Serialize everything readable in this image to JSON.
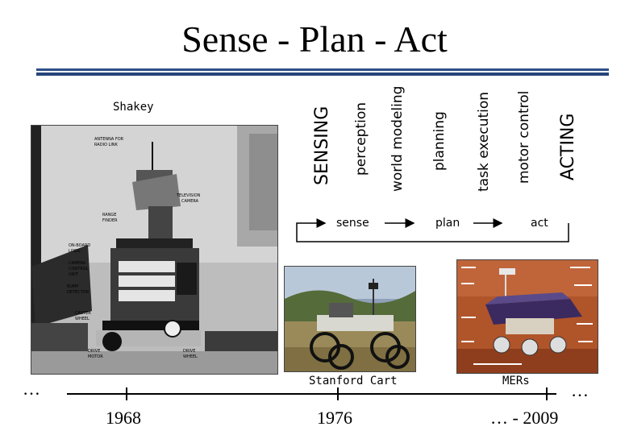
{
  "title": "Sense - Plan - Act",
  "robots": {
    "shakey": "Shakey",
    "stanford_cart": "Stanford Cart",
    "mers": "MERs"
  },
  "columns": [
    "SENSING",
    "perception",
    "world modeling",
    "planning",
    "task execution",
    "motor control",
    "ACTING"
  ],
  "pipeline": {
    "sense": "sense",
    "plan": "plan",
    "act": "act"
  },
  "timeline": {
    "ellipsis_left": "…",
    "ellipsis_right": "…",
    "years": [
      "1968",
      "1976",
      "… - 2009"
    ]
  },
  "shakey_photo_labels": [
    "ANTENNA FOR RADIO LINK",
    "TELEVISION CAMERA",
    "RANGE FINDER",
    "ON-BOARD LOGIC",
    "CAMERA CONTROL UNIT",
    "BUMP DETECTOR",
    "CASTER WHEEL",
    "DRIVE MOTOR",
    "DRIVE WHEEL"
  ]
}
